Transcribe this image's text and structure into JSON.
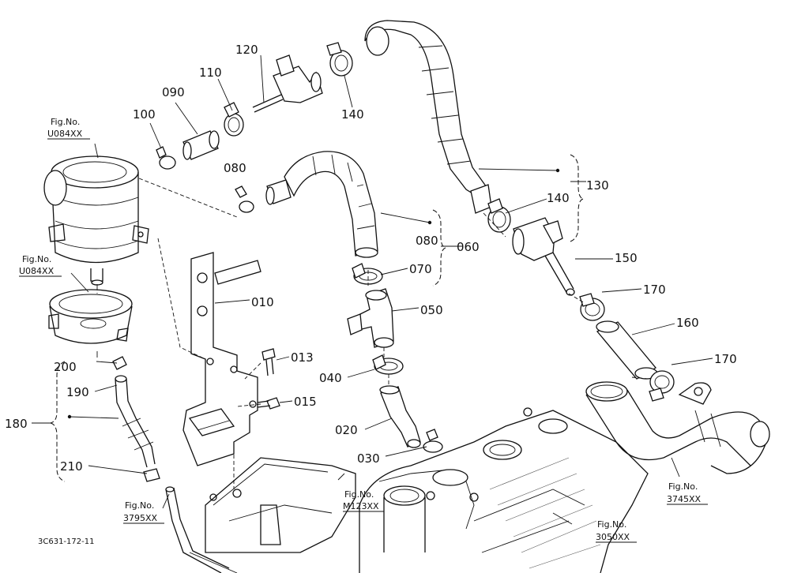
{
  "doc_code": "3C631-172-11",
  "labels": {
    "p010": "010",
    "p013": "013",
    "p015": "015",
    "p020": "020",
    "p030": "030",
    "p040": "040",
    "p050": "050",
    "p060": "060",
    "p070": "070",
    "p080a": "080",
    "p080b": "080",
    "p090": "090",
    "p100": "100",
    "p110": "110",
    "p120": "120",
    "p130": "130",
    "p140a": "140",
    "p140b": "140",
    "p150": "150",
    "p160": "160",
    "p170a": "170",
    "p170b": "170",
    "p180": "180",
    "p190": "190",
    "p200": "200",
    "p210": "210"
  },
  "figrefs": {
    "f1": {
      "line1": "Fig.No.",
      "line2": "U084XX"
    },
    "f2": {
      "line1": "Fig.No.",
      "line2": "U084XX"
    },
    "f3": {
      "line1": "Fig.No.",
      "line2": "3795XX"
    },
    "f4": {
      "line1": "Fig.No.",
      "line2": "M123XX"
    },
    "f5": {
      "line1": "Fig.No.",
      "line2": "3050XX"
    },
    "f6": {
      "line1": "Fig.No.",
      "line2": "3745XX"
    }
  }
}
